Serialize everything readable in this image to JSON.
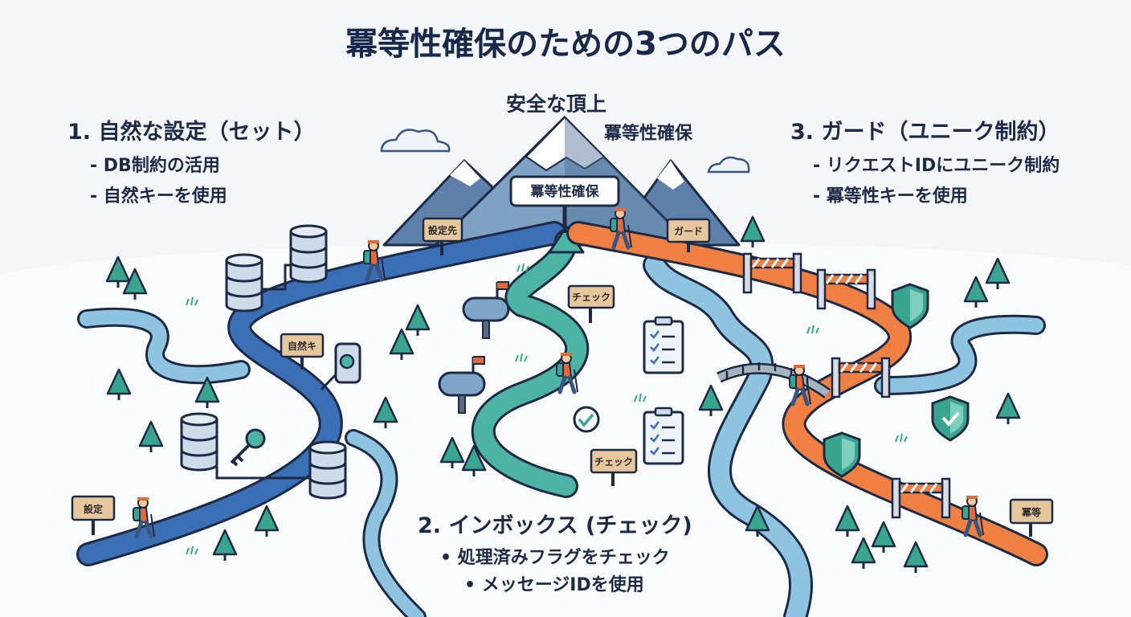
{
  "title": "冪等性確保のための3つのパス",
  "summit": {
    "label": "安全な頂上",
    "sublabel": "冪等性確保",
    "sign": "冪等性確保"
  },
  "path1": {
    "heading": "1. 自然な設定（セット）",
    "bullets": [
      "- DB制約の活用",
      "- 自然キーを使用"
    ],
    "signs": [
      "設定先",
      "自然キ",
      "設定"
    ]
  },
  "path2": {
    "heading": "2. インボックス (チェック)",
    "bullets": [
      "• 処理済みフラグをチェック",
      "• メッセージIDを使用"
    ],
    "signs": [
      "チェック",
      "チェック"
    ]
  },
  "path3": {
    "heading": "3. ガード（ユニーク制約）",
    "bullets": [
      "- リクエストIDにユニーク制約",
      "- 冪等性キーを使用"
    ],
    "signs": [
      "ガード",
      "冪等"
    ]
  },
  "colors": {
    "path1": "#3a6fb5",
    "path2": "#4db3a2",
    "path3": "#f07f44",
    "river": "#8ec4e0",
    "tree": "#3aa58f",
    "mountain": "#5e80a8",
    "ink": "#1d2a45"
  },
  "icons": [
    "database-icon",
    "key-icon",
    "mailbox-icon",
    "checklist-icon",
    "check-circle-icon",
    "shield-icon",
    "barrier-icon",
    "hiker-icon",
    "cloud-icon",
    "tree-icon",
    "bridge-icon"
  ]
}
